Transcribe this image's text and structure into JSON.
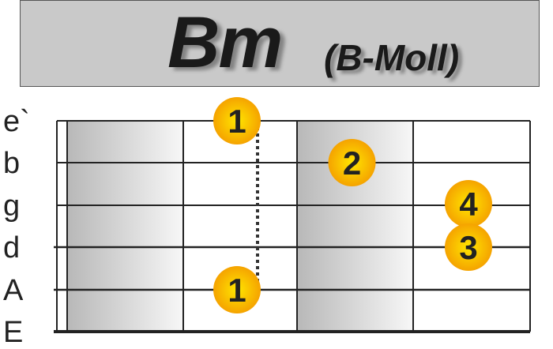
{
  "title": {
    "chord": "Bm",
    "full_name": "(B-Moll)"
  },
  "strings": [
    "e`",
    "b",
    "g",
    "d",
    "A",
    "E"
  ],
  "frets_shown": 4,
  "shaded_frets": [
    1,
    3
  ],
  "fingers": [
    {
      "finger": "1",
      "string": "e`",
      "fret": 2
    },
    {
      "finger": "2",
      "string": "b",
      "fret": 3
    },
    {
      "finger": "4",
      "string": "g",
      "fret": 4
    },
    {
      "finger": "3",
      "string": "d",
      "fret": 4
    },
    {
      "finger": "1",
      "string": "A",
      "fret": 2
    }
  ],
  "barre": {
    "fret": 2,
    "from_string": "e`",
    "to_string": "A"
  },
  "colors": {
    "finger_dot": "#f5a300",
    "finger_dot_center": "#ffe600",
    "title_bg": "#c9c9c9",
    "shade": "#b8b8b8"
  }
}
